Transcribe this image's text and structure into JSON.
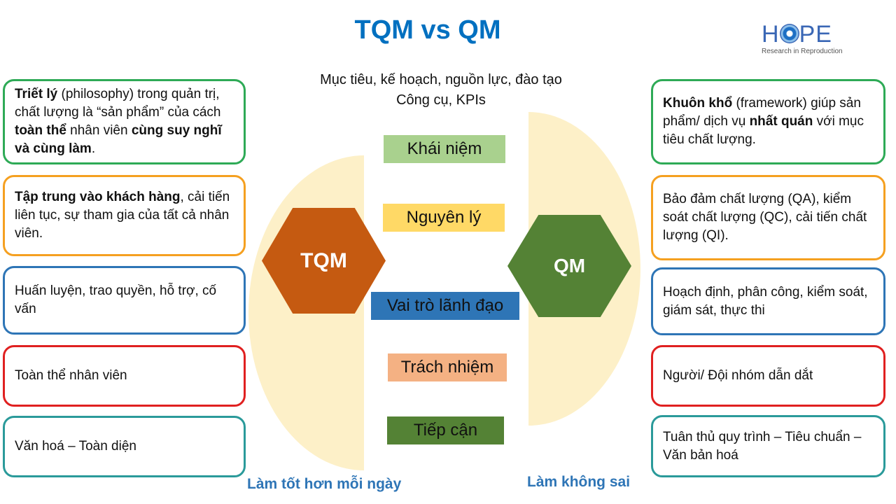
{
  "title": "TQM vs QM",
  "logo": {
    "brand_h": "H",
    "brand_pe": "PE",
    "tagline": "Research in Reproduction"
  },
  "subtitle": [
    "Mục tiêu, kế hoạch, nguồn lực, đào tạo",
    "Công cụ, KPIs"
  ],
  "hexagons": {
    "left": "TQM",
    "right": "QM"
  },
  "labels": [
    "Khái niệm",
    "Nguyên lý",
    "Vai trò lãnh đạo",
    "Trách nhiệm",
    "Tiếp cận"
  ],
  "left": [
    [
      {
        "t": "Triết lý",
        "b": true
      },
      {
        "t": " (philosophy) trong quản trị, chất lượng là “sản phẩm” của cách "
      },
      {
        "t": "toàn thể",
        "b": true
      },
      {
        "t": " nhân viên "
      },
      {
        "t": "cùng suy nghĩ và cùng làm",
        "b": true
      },
      {
        "t": "."
      }
    ],
    [
      {
        "t": "Tập trung vào khách hàng",
        "b": true
      },
      {
        "t": ", cải tiến liên tục, sự tham gia của tất cả nhân viên."
      }
    ],
    [
      {
        "t": "Huấn luyện, trao quyền,  hỗ trợ, cố vấn"
      }
    ],
    [
      {
        "t": "Toàn thể nhân viên"
      }
    ],
    [
      {
        "t": "Văn hoá – Toàn diện"
      }
    ]
  ],
  "right": [
    [
      {
        "t": "Khuôn khổ",
        "b": true
      },
      {
        "t": " (framework) giúp sản phẩm/ dịch vụ "
      },
      {
        "t": "nhất quán",
        "b": true
      },
      {
        "t": " với mục tiêu chất lượng."
      }
    ],
    [
      {
        "t": "Bảo đảm chất lượng (QA), kiểm soát chất lượng (QC), cải tiến chất lượng (QI)."
      }
    ],
    [
      {
        "t": "Hoạch định, phân công, kiểm soát, giám sát, thực thi"
      }
    ],
    [
      {
        "t": "Người/ Đội nhóm dẫn dắt"
      }
    ],
    [
      {
        "t": "Tuân thủ quy trình – Tiêu chuẩn – Văn bản hoá"
      }
    ]
  ],
  "footer": {
    "left": "Làm tốt hơn mỗi ngày",
    "right": "Làm không sai"
  },
  "colors": {
    "title": "#0070c0",
    "box_borders": [
      "#2eaa56",
      "#f5a020",
      "#2e75b6",
      "#e02020",
      "#2a9a9a"
    ]
  }
}
